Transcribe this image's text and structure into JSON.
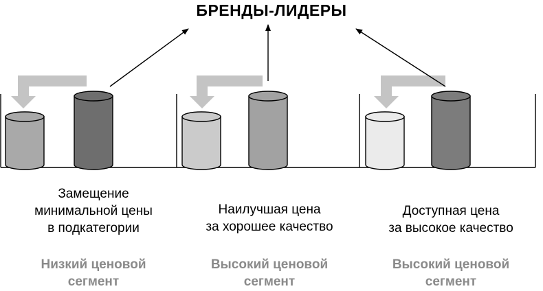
{
  "title": "БРЕНДЫ-ЛИДЕРЫ",
  "columns": [
    {
      "description": [
        "Замещение",
        "минимальной цены",
        "в подкатегории"
      ],
      "segment": [
        "Низкий ценовой",
        "сегмент"
      ],
      "cylinder_colors": {
        "small": "#a9a9a9",
        "tall": "#6e6e6e"
      }
    },
    {
      "description": [
        "Наилучшая цена",
        "за хорошее качество"
      ],
      "segment": [
        "Высокий ценовой",
        "сегмент"
      ],
      "cylinder_colors": {
        "small": "#cbcbcb",
        "tall": "#a2a2a2"
      }
    },
    {
      "description": [
        "Доступная цена",
        "за высокое качество"
      ],
      "segment": [
        "Высокий ценовой",
        "сегмент"
      ],
      "cylinder_colors": {
        "small": "#ebebeb",
        "tall": "#7c7c7c"
      }
    }
  ],
  "colors": {
    "shelf": "#000000",
    "arrow_gray": "#c4c4c4",
    "segment_text": "#8a8a8a"
  }
}
